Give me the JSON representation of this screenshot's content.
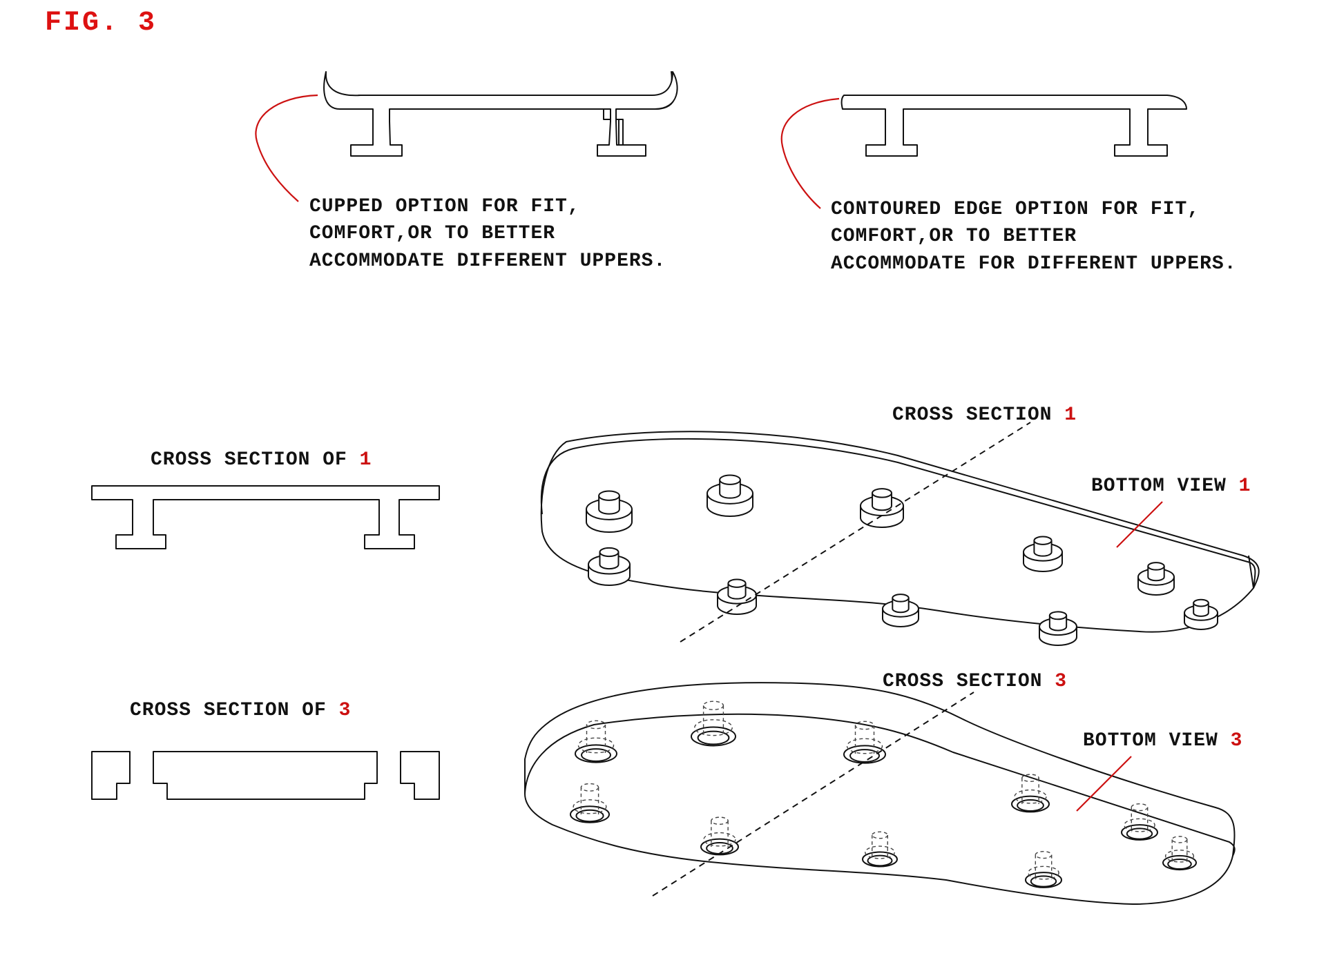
{
  "figure_label": "FIG. 3",
  "callouts": {
    "cupped": [
      "CUPPED OPTION FOR FIT,",
      "COMFORT,OR TO BETTER",
      "ACCOMMODATE DIFFERENT UPPERS."
    ],
    "contoured": [
      "CONTOURED EDGE OPTION FOR FIT,",
      "COMFORT,OR TO BETTER",
      "ACCOMMODATE FOR DIFFERENT UPPERS."
    ]
  },
  "views": {
    "cross_section_of_1": {
      "text": "CROSS SECTION OF ",
      "number": "1"
    },
    "cross_section_of_3": {
      "text": "CROSS SECTION OF ",
      "number": "3"
    },
    "cross_section_1": {
      "text": "CROSS SECTION ",
      "number": "1"
    },
    "cross_section_3": {
      "text": "CROSS SECTION ",
      "number": "3"
    },
    "bottom_view_1": {
      "text": "BOTTOM VIEW ",
      "number": "1"
    },
    "bottom_view_3": {
      "text": "BOTTOM VIEW ",
      "number": "3"
    }
  },
  "colors": {
    "line": "#111111",
    "accent": "#cc1111"
  }
}
